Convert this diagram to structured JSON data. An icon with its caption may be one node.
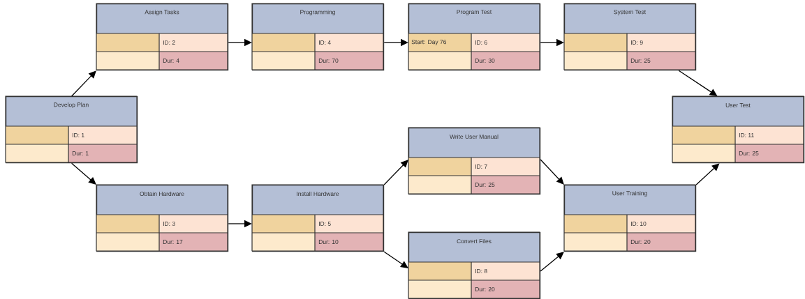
{
  "diagram": {
    "nodes": [
      {
        "text": [
          "Assign Tasks",
          "ID: 2",
          "Dur: 4"
        ]
      },
      {
        "text": [
          "Programming",
          "ID: 4",
          "Dur: 70"
        ]
      },
      {
        "text": [
          "Program Test",
          "Start: Day 76",
          "ID: 6",
          "Dur: 30"
        ]
      },
      {
        "text": [
          "System Test",
          "ID: 9",
          "Dur: 25"
        ]
      },
      {
        "text": [
          "Develop Plan",
          "ID: 1",
          "Dur: 1"
        ]
      },
      {
        "text": [
          "User Test",
          "ID: 11",
          "Dur: 25"
        ]
      },
      {
        "text": [
          "Write User Manual",
          "ID: 7",
          "Dur: 25"
        ]
      },
      {
        "text": [
          "Obtain Hardware",
          "ID: 3",
          "Dur: 17"
        ]
      },
      {
        "text": [
          "Install Hardware",
          "ID: 5",
          "Dur: 10"
        ]
      },
      {
        "text": [
          "User Training",
          "ID: 10",
          "Dur: 20"
        ]
      },
      {
        "text": [
          "Convert Files",
          "ID: 8",
          "Dur: 20"
        ]
      }
    ],
    "edges": [
      {
        "from": 4,
        "to": 0,
        "arrow": "to"
      },
      {
        "from": 0,
        "to": 1,
        "arrow": "to"
      },
      {
        "from": 1,
        "to": 2,
        "arrow": "to"
      },
      {
        "from": 2,
        "to": 3,
        "arrow": "to"
      },
      {
        "from": 3,
        "to": 5,
        "arrow": "to"
      },
      {
        "from": 4,
        "to": 7,
        "arrow": "to"
      },
      {
        "from": 7,
        "to": 8,
        "arrow": "to"
      },
      {
        "from": 8,
        "to": 6,
        "arrow": "to"
      },
      {
        "from": 8,
        "to": 10,
        "arrow": "to"
      },
      {
        "from": 6,
        "to": 9,
        "arrow": "to"
      },
      {
        "from": 10,
        "to": 9,
        "arrow": "to"
      },
      {
        "from": 9,
        "to": 5,
        "arrow": "to"
      }
    ]
  }
}
